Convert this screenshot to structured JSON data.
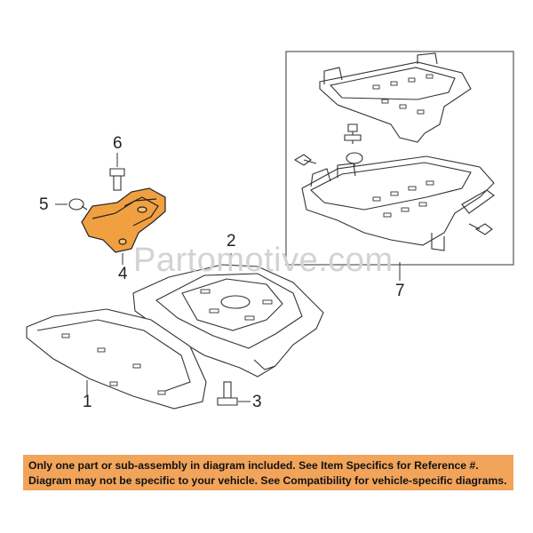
{
  "callouts": {
    "c1": "1",
    "c2": "2",
    "c3": "3",
    "c4": "4",
    "c5": "5",
    "c6": "6",
    "c7": "7"
  },
  "watermark": "Partomotive.com",
  "highlight_color": "#f0a040",
  "notice": {
    "line1": "Only one part or sub-assembly in diagram included. See Item Specifics for Reference #.",
    "line2": "Diagram may not be specific to your vehicle. See Compatibility for vehicle-specific diagrams."
  }
}
